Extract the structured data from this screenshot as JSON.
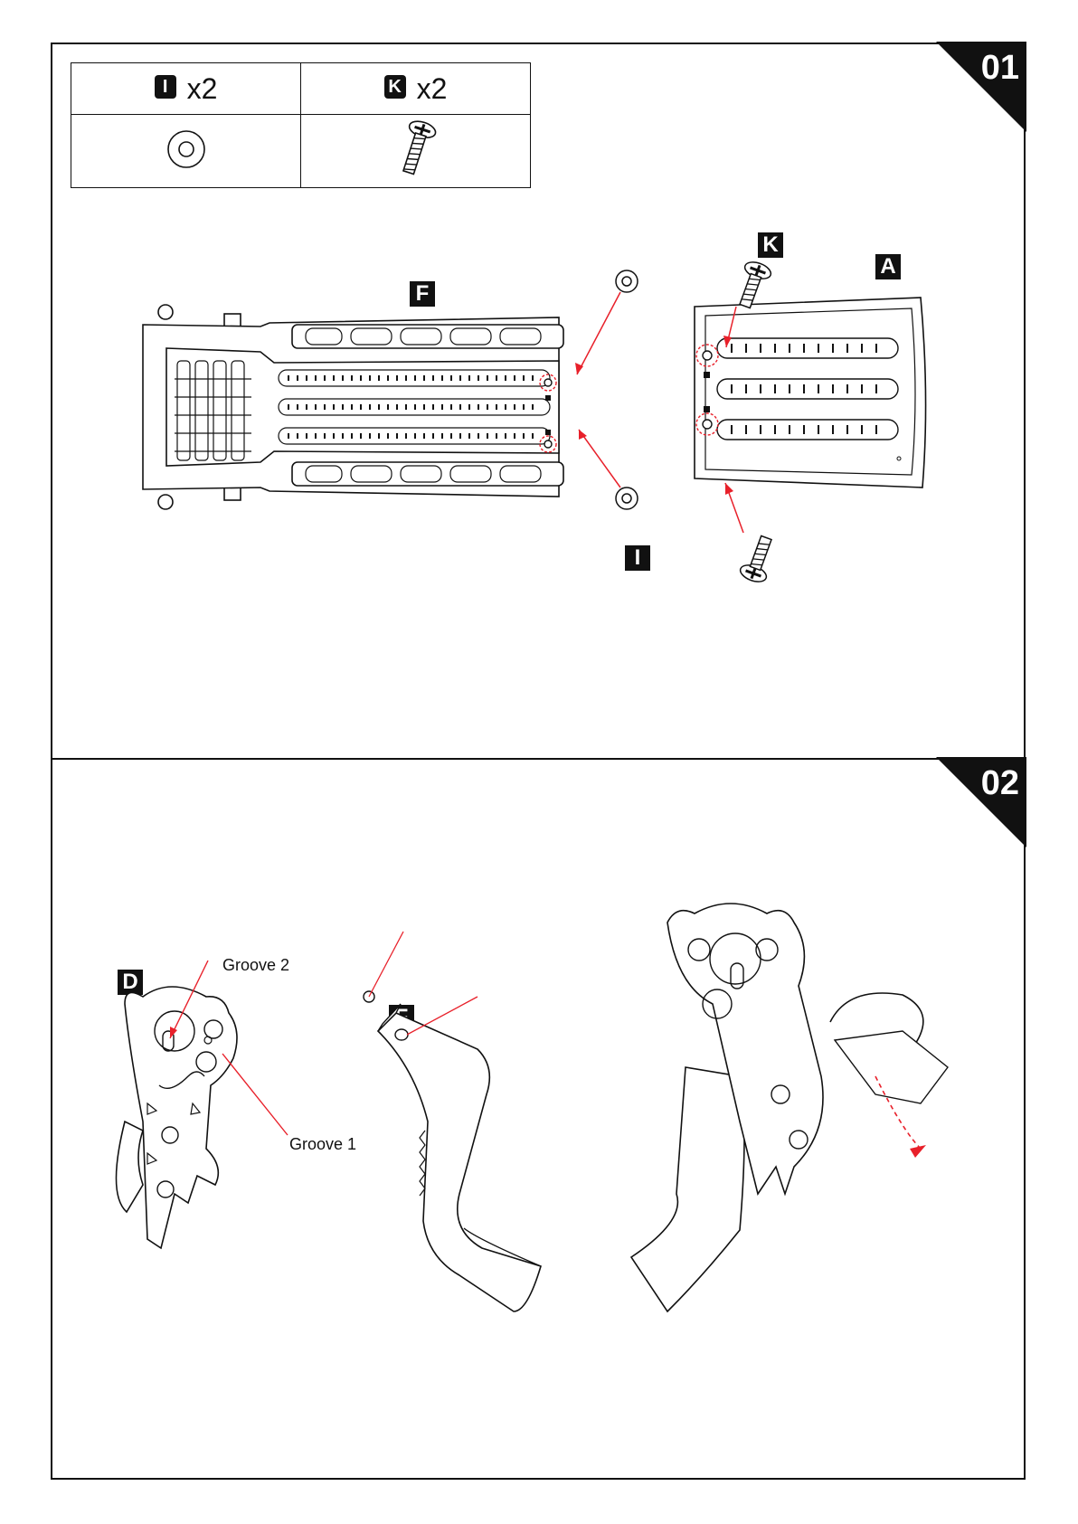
{
  "steps": [
    {
      "number": "01",
      "parts": [
        {
          "letter": "I",
          "qty": "x2",
          "icon": "washer-icon"
        },
        {
          "letter": "K",
          "qty": "x2",
          "icon": "screw-icon"
        }
      ],
      "labels": {
        "frame": "F",
        "plate": "A",
        "screw": "K",
        "washer": "I"
      }
    },
    {
      "number": "02",
      "labels": {
        "arm": "D",
        "pedal": "F"
      },
      "callouts": {
        "groove2": "Groove 2",
        "groove1": "Groove 1"
      }
    }
  ],
  "colors": {
    "line": "#111111",
    "accent": "#e8202a",
    "background": "#ffffff"
  }
}
